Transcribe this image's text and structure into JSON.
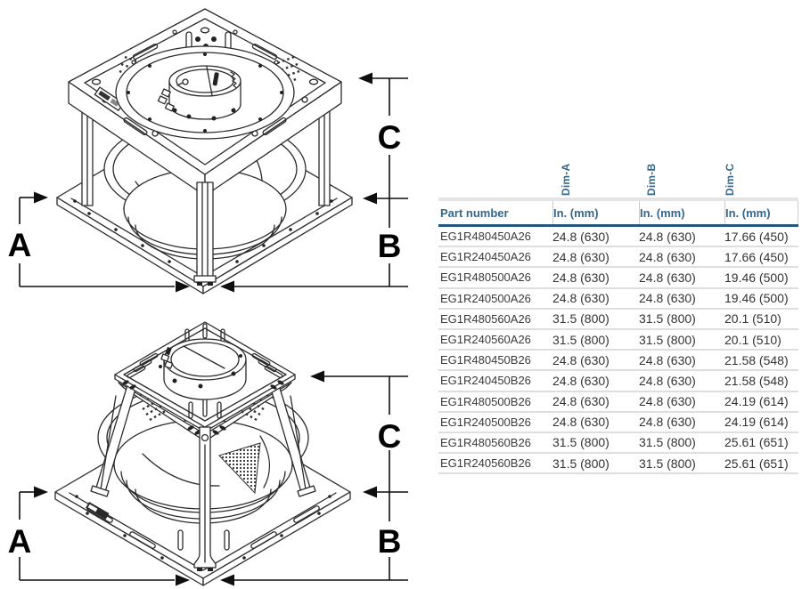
{
  "drawings": {
    "top": {
      "labels": {
        "a": "A",
        "b": "B",
        "c": "C"
      }
    },
    "bottom": {
      "labels": {
        "a": "A",
        "b": "B",
        "c": "C"
      }
    }
  },
  "table": {
    "rotated_headers": [
      "Dim-A",
      "Dim-B",
      "Dim-C"
    ],
    "columns": [
      "Part number",
      "In. (mm)",
      "In. (mm)",
      "In. (mm)"
    ],
    "rows": [
      {
        "part": "EG1R480450A26",
        "a": "24.8 (630)",
        "b": "24.8 (630)",
        "c": "17.66 (450)"
      },
      {
        "part": "EG1R240450A26",
        "a": "24.8 (630)",
        "b": "24.8 (630)",
        "c": "17.66 (450)"
      },
      {
        "part": "EG1R480500A26",
        "a": "24.8 (630)",
        "b": "24.8 (630)",
        "c": "19.46 (500)"
      },
      {
        "part": "EG1R240500A26",
        "a": "24.8 (630)",
        "b": "24.8 (630)",
        "c": "19.46 (500)"
      },
      {
        "part": "EG1R480560A26",
        "a": "31.5 (800)",
        "b": "31.5 (800)",
        "c": "20.1 (510)"
      },
      {
        "part": "EG1R240560A26",
        "a": "31.5 (800)",
        "b": "31.5 (800)",
        "c": "20.1 (510)"
      },
      {
        "part": "EG1R480450B26",
        "a": "24.8 (630)",
        "b": "24.8 (630)",
        "c": "21.58 (548)"
      },
      {
        "part": "EG1R240450B26",
        "a": "24.8 (630)",
        "b": "24.8 (630)",
        "c": "21.58 (548)"
      },
      {
        "part": "EG1R480500B26",
        "a": "24.8 (630)",
        "b": "24.8 (630)",
        "c": "24.19 (614)"
      },
      {
        "part": "EG1R240500B26",
        "a": "24.8 (630)",
        "b": "24.8 (630)",
        "c": "24.19 (614)"
      },
      {
        "part": "EG1R480560B26",
        "a": "31.5 (800)",
        "b": "31.5 (800)",
        "c": "25.61 (651)"
      },
      {
        "part": "EG1R240560B26",
        "a": "31.5 (800)",
        "b": "31.5 (800)",
        "c": "25.61 (651)"
      }
    ]
  },
  "colors": {
    "header_text": "#35678d",
    "header_divider": "#24577e",
    "header_top_band": "#e4e4e4",
    "row_border": "#dedede",
    "body_text": "#333333",
    "drawing_stroke": "#2b2b2b",
    "dimension_stroke": "#0f0f0f"
  }
}
